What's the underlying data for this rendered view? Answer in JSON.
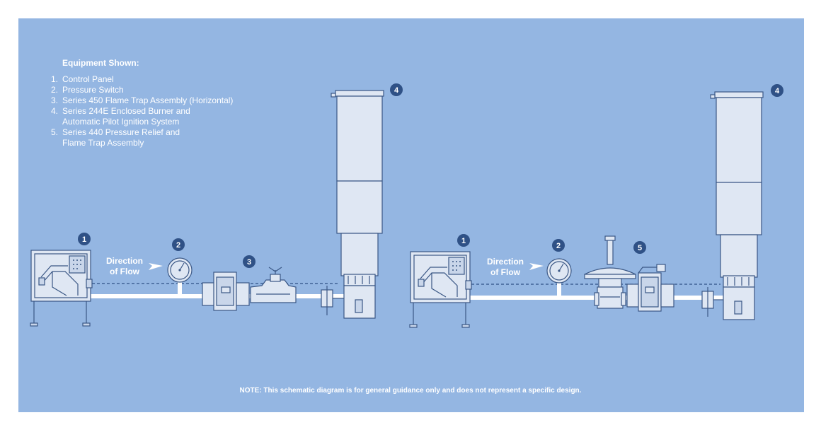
{
  "legend": {
    "title": "Equipment Shown:",
    "items": [
      {
        "num": "1.",
        "label": "Control Panel"
      },
      {
        "num": "2.",
        "label": "Pressure Switch"
      },
      {
        "num": "3.",
        "label": "Series 450 Flame Trap Assembly (Horizontal)"
      },
      {
        "num": "4.",
        "label": "Series 244E Enclosed Burner and\nAutomatic Pilot Ignition System"
      },
      {
        "num": "5.",
        "label": "Series 440 Pressure Relief and\nFlame Trap Assembly"
      }
    ]
  },
  "left_system": {
    "flow_label": "Direction\nof Flow",
    "badges": {
      "control_panel": "1",
      "pressure_switch": "2",
      "flame_trap": "3",
      "burner": "4"
    }
  },
  "right_system": {
    "flow_label": "Direction\nof Flow",
    "badges": {
      "control_panel": "1",
      "pressure_switch": "2",
      "relief_valve": "5",
      "burner": "4"
    }
  },
  "note": "NOTE: This schematic diagram is for general guidance only and does not represent a specific design.",
  "colors": {
    "background": "#94b6e2",
    "equipment_fill": "#dfe7f3",
    "outline": "#3a5785",
    "badge": "#2f5186",
    "pipe": "#ffffff"
  }
}
